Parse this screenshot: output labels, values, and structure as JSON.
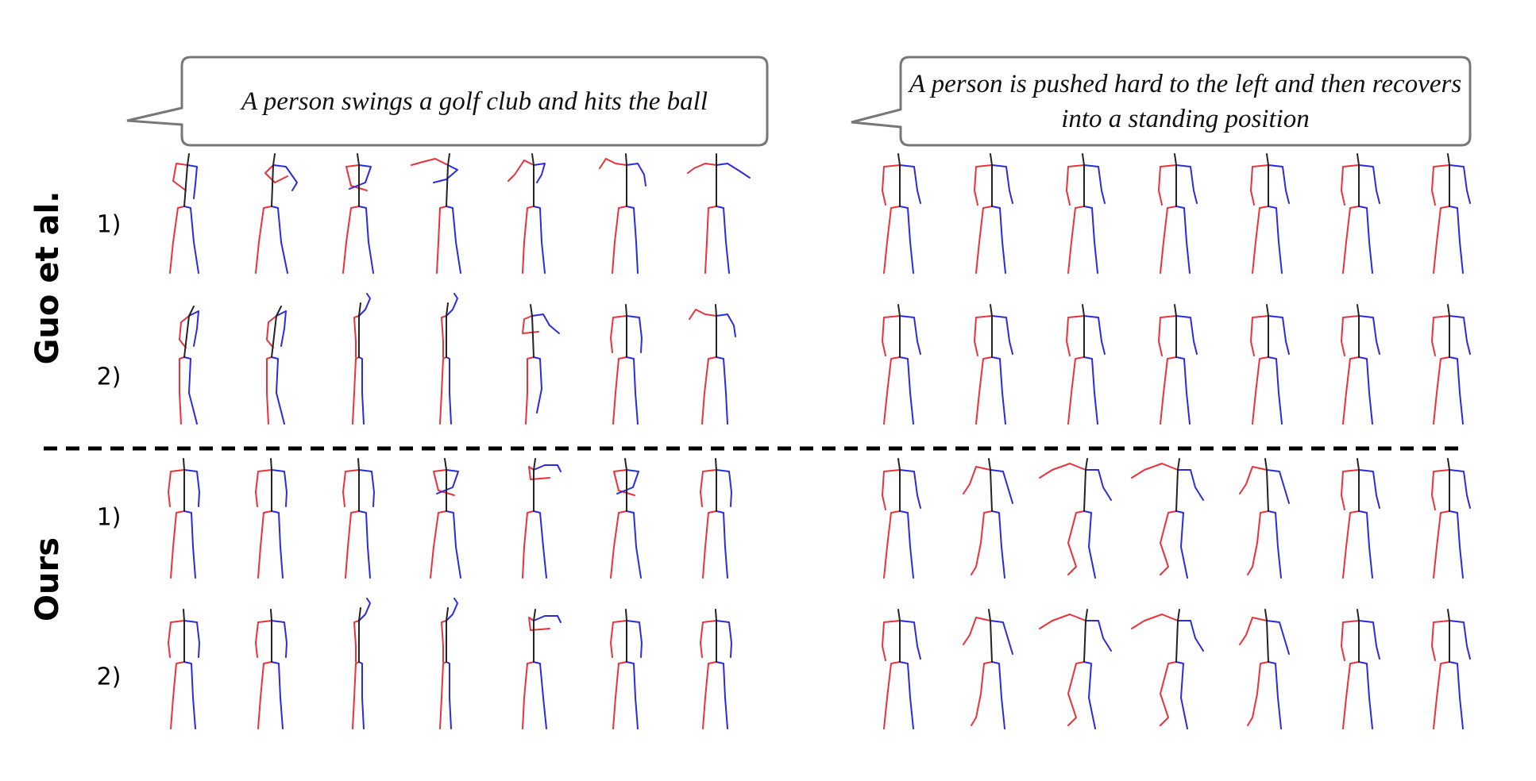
{
  "captions": {
    "left": "A person swings a golf club and hits the ball",
    "right": "A person is pushed hard to the left and then recovers into a standing position"
  },
  "groups": [
    {
      "label": "Guo et al.",
      "rows": [
        {
          "label": "1)"
        },
        {
          "label": "2)"
        }
      ]
    },
    {
      "label": "Ours",
      "rows": [
        {
          "label": "1)"
        },
        {
          "label": "2)"
        }
      ]
    }
  ],
  "colors": {
    "left_limbs": "#e8323c",
    "right_limbs": "#2b2bd9",
    "spine": "#222222",
    "bubble_border": "#777777",
    "divider": "#000000"
  },
  "poses": {
    "golf": {
      "guo_1": [
        "twist-left",
        "arms-folded-right",
        "arms-crossed",
        "club-backswing",
        "club-swing-left",
        "arms-raised",
        "follow-through"
      ],
      "guo_2": [
        "lean-back",
        "lean-back",
        "arm-up-thin",
        "arm-up-thin",
        "arms-swing-right",
        "arms-down",
        "arms-raised"
      ],
      "ours_1": [
        "arms-down",
        "arms-down",
        "arms-down",
        "arms-crossed",
        "club-swing-right",
        "arms-crossed",
        "arms-down"
      ],
      "ours_2": [
        "arms-down",
        "arms-down",
        "arm-up-thin",
        "arm-up-thin",
        "club-swing-right",
        "arms-down",
        "arms-down"
      ]
    },
    "push": {
      "guo_1": [
        "t-pose-low",
        "t-pose-low",
        "t-pose-low",
        "t-pose-low",
        "t-pose-low",
        "t-pose-low",
        "t-pose-low"
      ],
      "guo_2": [
        "t-pose-low",
        "t-pose-low",
        "t-pose-low",
        "t-pose-low",
        "t-pose-low",
        "t-pose-low",
        "t-pose-low"
      ],
      "ours_1": [
        "t-pose-low",
        "lean-left",
        "arms-out",
        "arms-out",
        "lean-left",
        "t-pose-low",
        "t-pose-low"
      ],
      "ours_2": [
        "t-pose-low",
        "lean-left",
        "arms-out",
        "arms-out",
        "lean-left",
        "t-pose-low",
        "t-pose-low"
      ]
    }
  }
}
